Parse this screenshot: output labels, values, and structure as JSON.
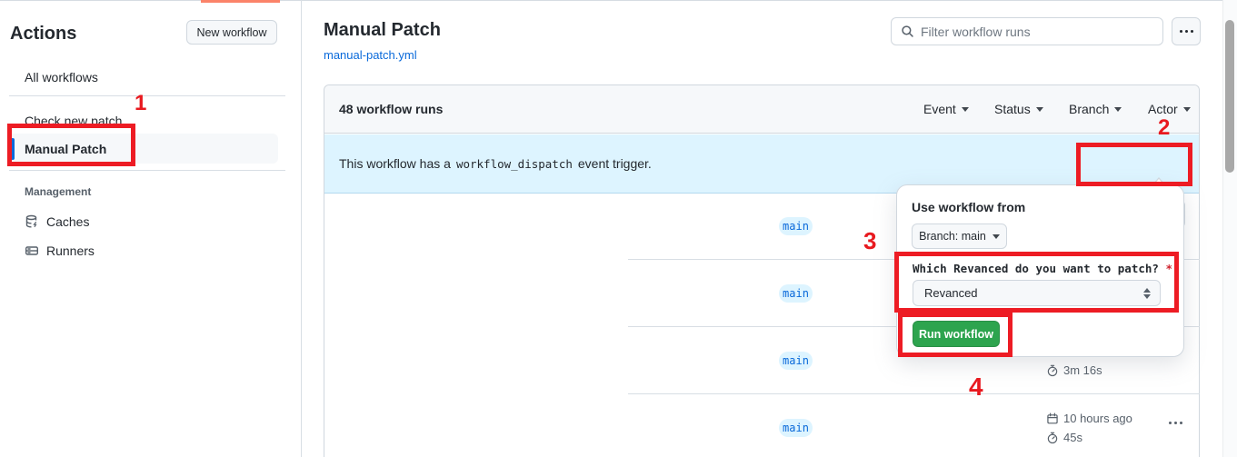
{
  "sidebar": {
    "title": "Actions",
    "new_workflow_button": "New workflow",
    "items": [
      {
        "label": "All workflows"
      },
      {
        "label": "Check new patch"
      },
      {
        "label": "Manual Patch"
      }
    ],
    "management": {
      "label": "Management",
      "items": [
        {
          "label": "Caches"
        },
        {
          "label": "Runners"
        }
      ]
    }
  },
  "header": {
    "title": "Manual Patch",
    "file_link": "manual-patch.yml",
    "filter_placeholder": "Filter workflow runs"
  },
  "table": {
    "runs_count": "48 workflow runs",
    "filters": [
      {
        "label": "Event"
      },
      {
        "label": "Status"
      },
      {
        "label": "Branch"
      },
      {
        "label": "Actor"
      }
    ],
    "banner": {
      "text_before": "This workflow has a",
      "code": "workflow_dispatch",
      "text_after": "event trigger.",
      "run_button": "Run workflow"
    },
    "rows": [
      {
        "branch": "main"
      },
      {
        "branch": "main"
      },
      {
        "branch": "main",
        "duration": "3m 16s"
      },
      {
        "branch": "main",
        "date": "10 hours ago",
        "duration": "45s"
      }
    ]
  },
  "popup": {
    "heading": "Use workflow from",
    "branch_button": "Branch: main",
    "input_label": "Which Revanced do you want to patch?",
    "required_mark": "*",
    "select_value": "Revanced",
    "submit_button": "Run workflow"
  },
  "annotations": {
    "n1": "1",
    "n2": "2",
    "n3": "3",
    "n4": "4",
    "color": "#ed1c24"
  },
  "colors": {
    "accent_blue": "#0969da",
    "banner_blue": "#ddf4ff",
    "success_green": "#2da44e"
  }
}
